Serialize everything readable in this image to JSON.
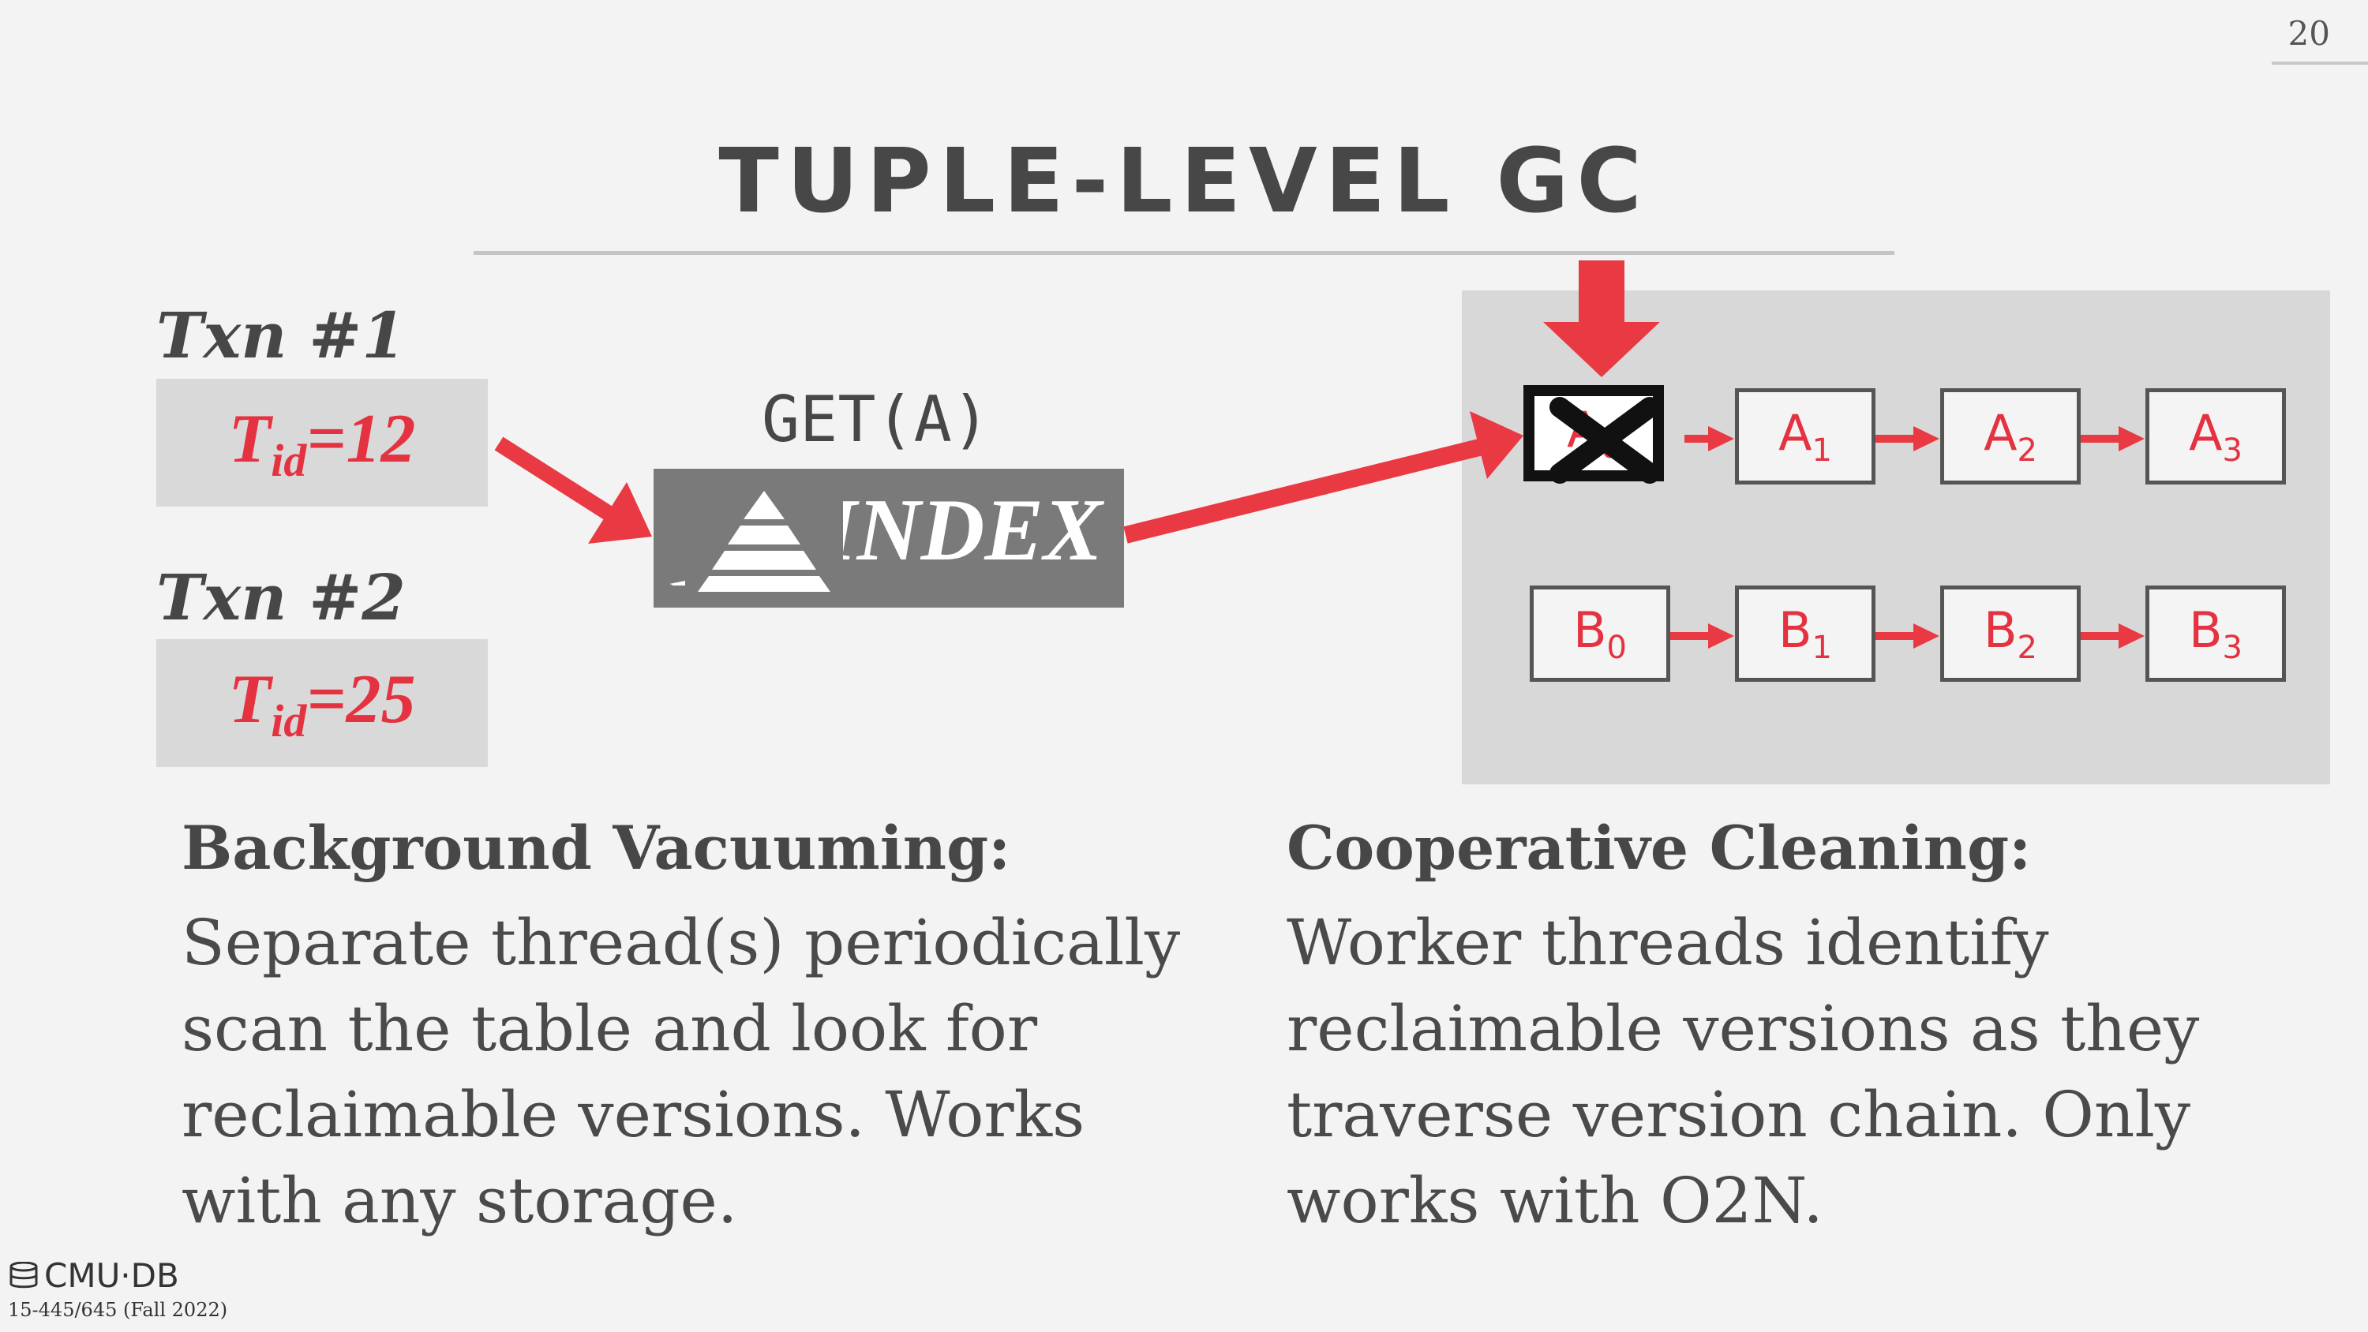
{
  "page_number": "20",
  "title": "TUPLE-LEVEL GC",
  "transactions": [
    {
      "label": "Txn #1",
      "tid_base": "T",
      "tid_sub": "id",
      "tid_value": "=12"
    },
    {
      "label": "Txn #2",
      "tid_base": "T",
      "tid_sub": "id",
      "tid_value": "=25"
    }
  ],
  "index": {
    "operation": "GET(A)",
    "label": "INDEX",
    "icon": "pyramid-icon"
  },
  "version_chains": {
    "a": [
      {
        "base": "A",
        "sub": "0",
        "crossed_out": true
      },
      {
        "base": "A",
        "sub": "1"
      },
      {
        "base": "A",
        "sub": "2"
      },
      {
        "base": "A",
        "sub": "3"
      }
    ],
    "b": [
      {
        "base": "B",
        "sub": "0"
      },
      {
        "base": "B",
        "sub": "1"
      },
      {
        "base": "B",
        "sub": "2"
      },
      {
        "base": "B",
        "sub": "3"
      }
    ]
  },
  "sections": {
    "background": {
      "heading": "Background Vacuuming:",
      "body": [
        "Separate thread(s) periodically",
        "scan the table and look for",
        "reclaimable versions. Works",
        "with any storage."
      ]
    },
    "cooperative": {
      "heading": "Cooperative Cleaning:",
      "body": [
        "Worker threads identify",
        "reclaimable versions as they",
        "traverse version chain. Only",
        "works with O2N."
      ]
    }
  },
  "footer": {
    "logo_text": "CMU·DB",
    "course": "15-445/645 (Fall 2022)"
  },
  "colors": {
    "accent_red": "#e93a44",
    "text_gray": "#474747",
    "panel_gray": "#d8d8d8",
    "index_gray": "#7a7a7a"
  }
}
